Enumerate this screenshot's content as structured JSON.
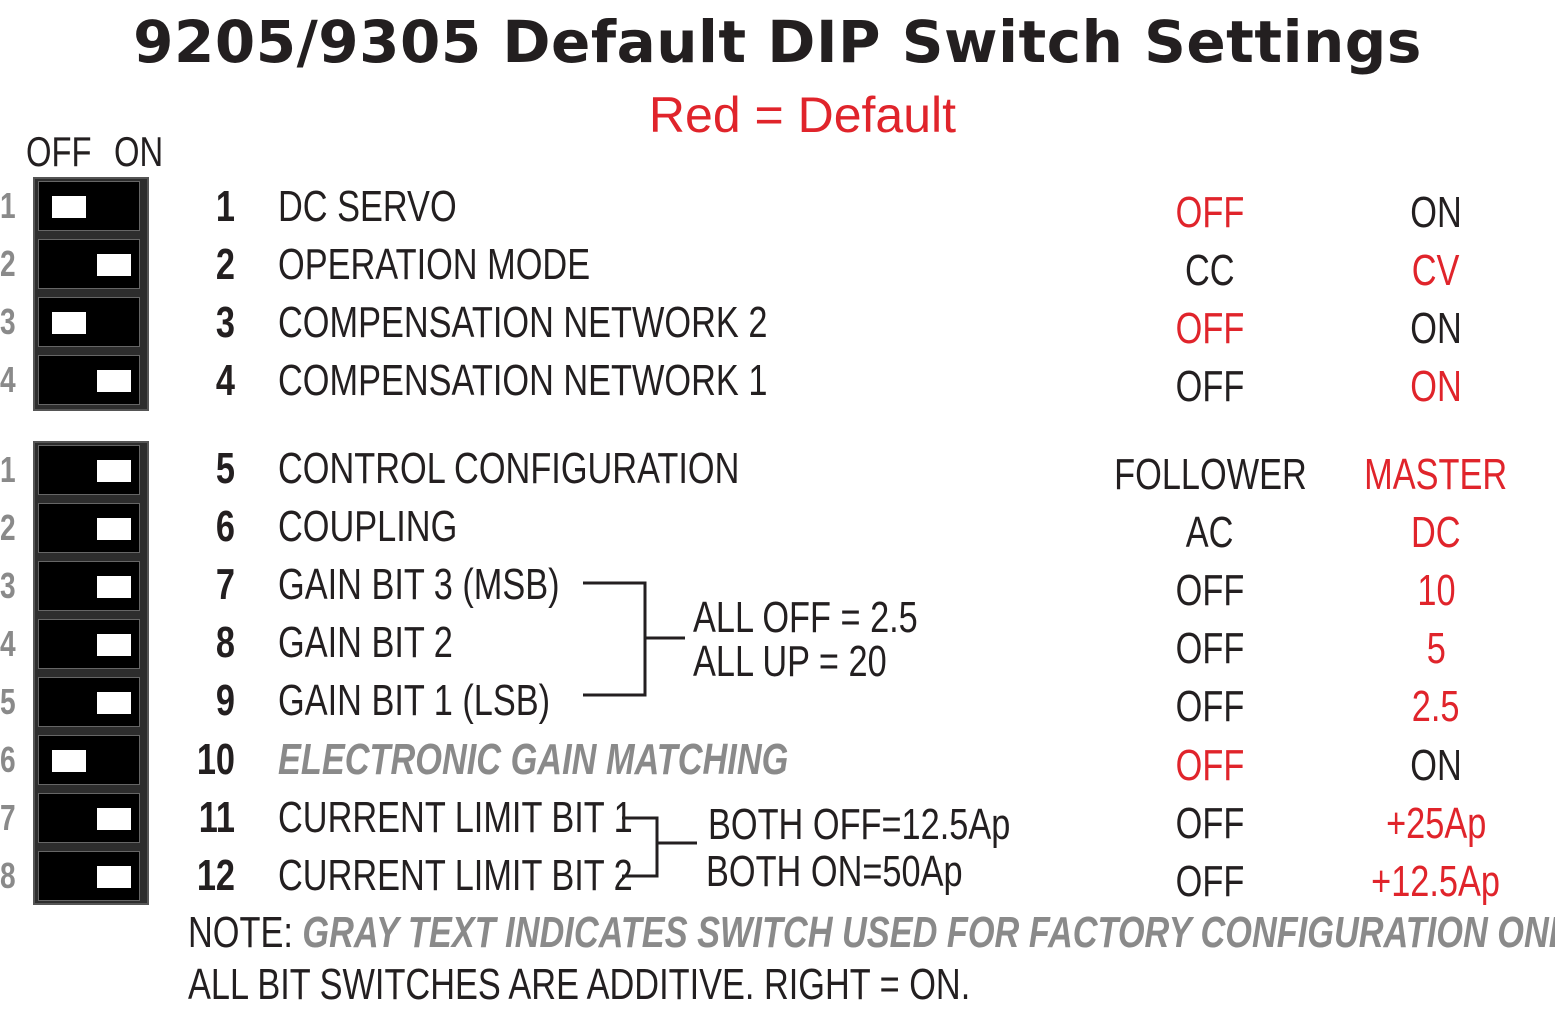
{
  "title": "9205/9305 Default DIP Switch Settings",
  "subtitle": "Red = Default",
  "switch_header": {
    "off": "OFF",
    "on": "ON"
  },
  "colors": {
    "default": "#e0242b",
    "text": "#231f20",
    "gray": "#8a8a8a"
  },
  "bank1": {
    "numbers": [
      "1",
      "2",
      "3",
      "4"
    ],
    "positions": [
      "off",
      "on",
      "off",
      "on"
    ]
  },
  "bank2": {
    "numbers": [
      "1",
      "2",
      "3",
      "4",
      "5",
      "6",
      "7",
      "8"
    ],
    "positions": [
      "on",
      "on",
      "on",
      "on",
      "on",
      "off",
      "on",
      "on"
    ]
  },
  "rows": [
    {
      "num": "1",
      "label": "DC SERVO",
      "off": "OFF",
      "on": "ON",
      "default": "off"
    },
    {
      "num": "2",
      "label": "OPERATION MODE",
      "off": "CC",
      "on": "CV",
      "default": "on"
    },
    {
      "num": "3",
      "label": "COMPENSATION NETWORK 2",
      "off": "OFF",
      "on": "ON",
      "default": "off"
    },
    {
      "num": "4",
      "label": "COMPENSATION NETWORK 1",
      "off": "OFF",
      "on": "ON",
      "default": "on"
    },
    {
      "num": "5",
      "label": "CONTROL CONFIGURATION",
      "off": "FOLLOWER",
      "on": "MASTER",
      "default": "on"
    },
    {
      "num": "6",
      "label": "COUPLING",
      "off": "AC",
      "on": "DC",
      "default": "on"
    },
    {
      "num": "7",
      "label": "GAIN BIT 3 (MSB)",
      "off": "OFF",
      "on": "10",
      "default": "on"
    },
    {
      "num": "8",
      "label": "GAIN BIT 2",
      "off": "OFF",
      "on": "5",
      "default": "on"
    },
    {
      "num": "9",
      "label": "GAIN BIT 1 (LSB)",
      "off": "OFF",
      "on": "2.5",
      "default": "on"
    },
    {
      "num": "10",
      "label": "ELECTRONIC GAIN MATCHING",
      "off": "OFF",
      "on": "ON",
      "default": "off",
      "factory": true
    },
    {
      "num": "11",
      "label": "CURRENT LIMIT BIT 1",
      "off": "OFF",
      "on": "+25Ap",
      "default": "on"
    },
    {
      "num": "12",
      "label": "CURRENT LIMIT BIT 2",
      "off": "OFF",
      "on": "+12.5Ap",
      "default": "on"
    }
  ],
  "gain_note": {
    "line1": "ALL OFF = 2.5",
    "line2": "ALL UP = 20"
  },
  "current_note": {
    "line1": "BOTH OFF=12.5Ap",
    "line2": "BOTH ON=50Ap"
  },
  "note": {
    "prefix": "NOTE:",
    "gray_text": " GRAY TEXT INDICATES SWITCH USED FOR FACTORY CONFIGURATION ONLY.",
    "line2": "ALL BIT SWITCHES ARE ADDITIVE. RIGHT = ON."
  }
}
